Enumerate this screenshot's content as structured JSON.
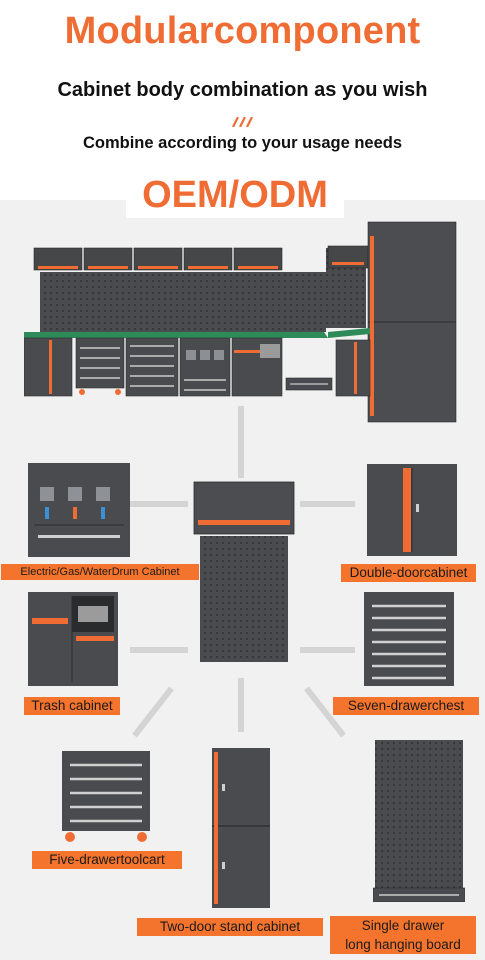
{
  "header": {
    "title": "Modularcomponent",
    "subtitle": "Cabinet body combination as you wish",
    "tagline": "Combine according to your usage needs",
    "badge": "OEM/ODM"
  },
  "colors": {
    "accent": "#ef6d35",
    "label_bg": "#f4732d",
    "cabinet": "#4a4b4e",
    "cabinet_dark": "#323335",
    "panel_bg": "#f1f1f1",
    "worktop": "#2f8a5a"
  },
  "components": [
    {
      "id": "gas",
      "label": "Electric/Gas/WaterDrum Cabinet",
      "icon": "utility-cabinet-icon"
    },
    {
      "id": "double",
      "label": "Double-doorcabinet",
      "icon": "double-door-cabinet-icon"
    },
    {
      "id": "trash",
      "label": "Trash cabinet",
      "icon": "trash-cabinet-icon"
    },
    {
      "id": "seven",
      "label": "Seven-drawerchest",
      "icon": "seven-drawer-chest-icon"
    },
    {
      "id": "five",
      "label": "Five-drawertoolcart",
      "icon": "five-drawer-cart-icon"
    },
    {
      "id": "twodoor",
      "label": "Two-door stand cabinet",
      "icon": "two-door-stand-cabinet-icon"
    },
    {
      "id": "board",
      "label_line1": "Single drawer",
      "label_line2": "long hanging board",
      "icon": "hanging-board-icon"
    }
  ]
}
